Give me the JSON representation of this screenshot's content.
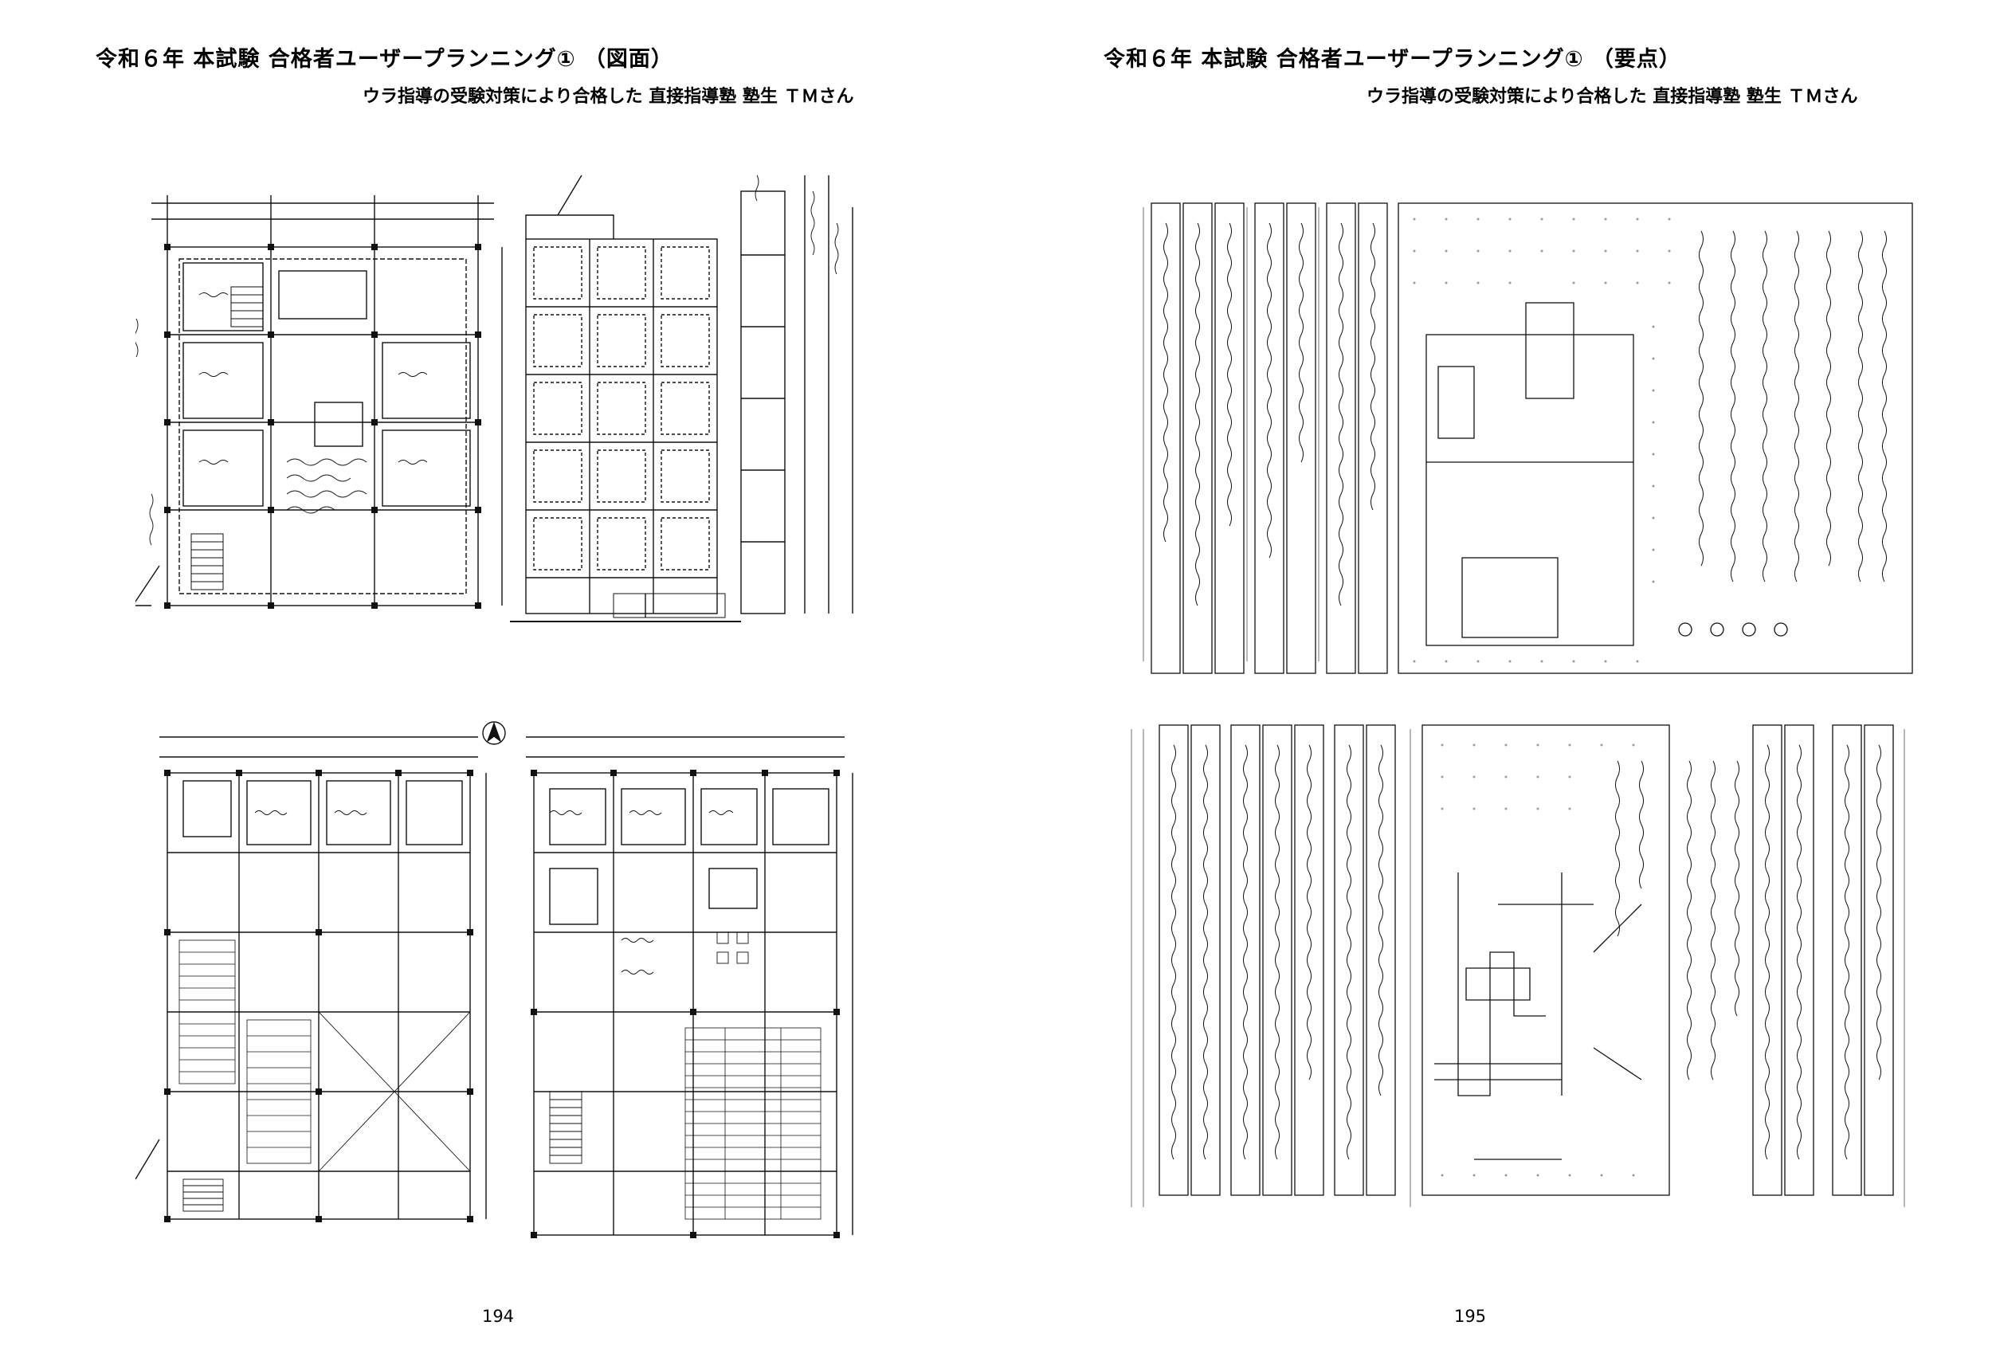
{
  "left_page": {
    "title": "令和６年 本試験 合格者ユーザープランニング① （図面）",
    "subtitle": "ウラ指導の受験対策により合格した 直接指導塾 塾生 ＴＭさん",
    "page_number": "194"
  },
  "right_page": {
    "title": "令和６年 本試験 合格者ユーザープランニング① （要点）",
    "subtitle": "ウラ指導の受験対策により合格した 直接指導塾 塾生 ＴＭさん",
    "page_number": "195"
  }
}
